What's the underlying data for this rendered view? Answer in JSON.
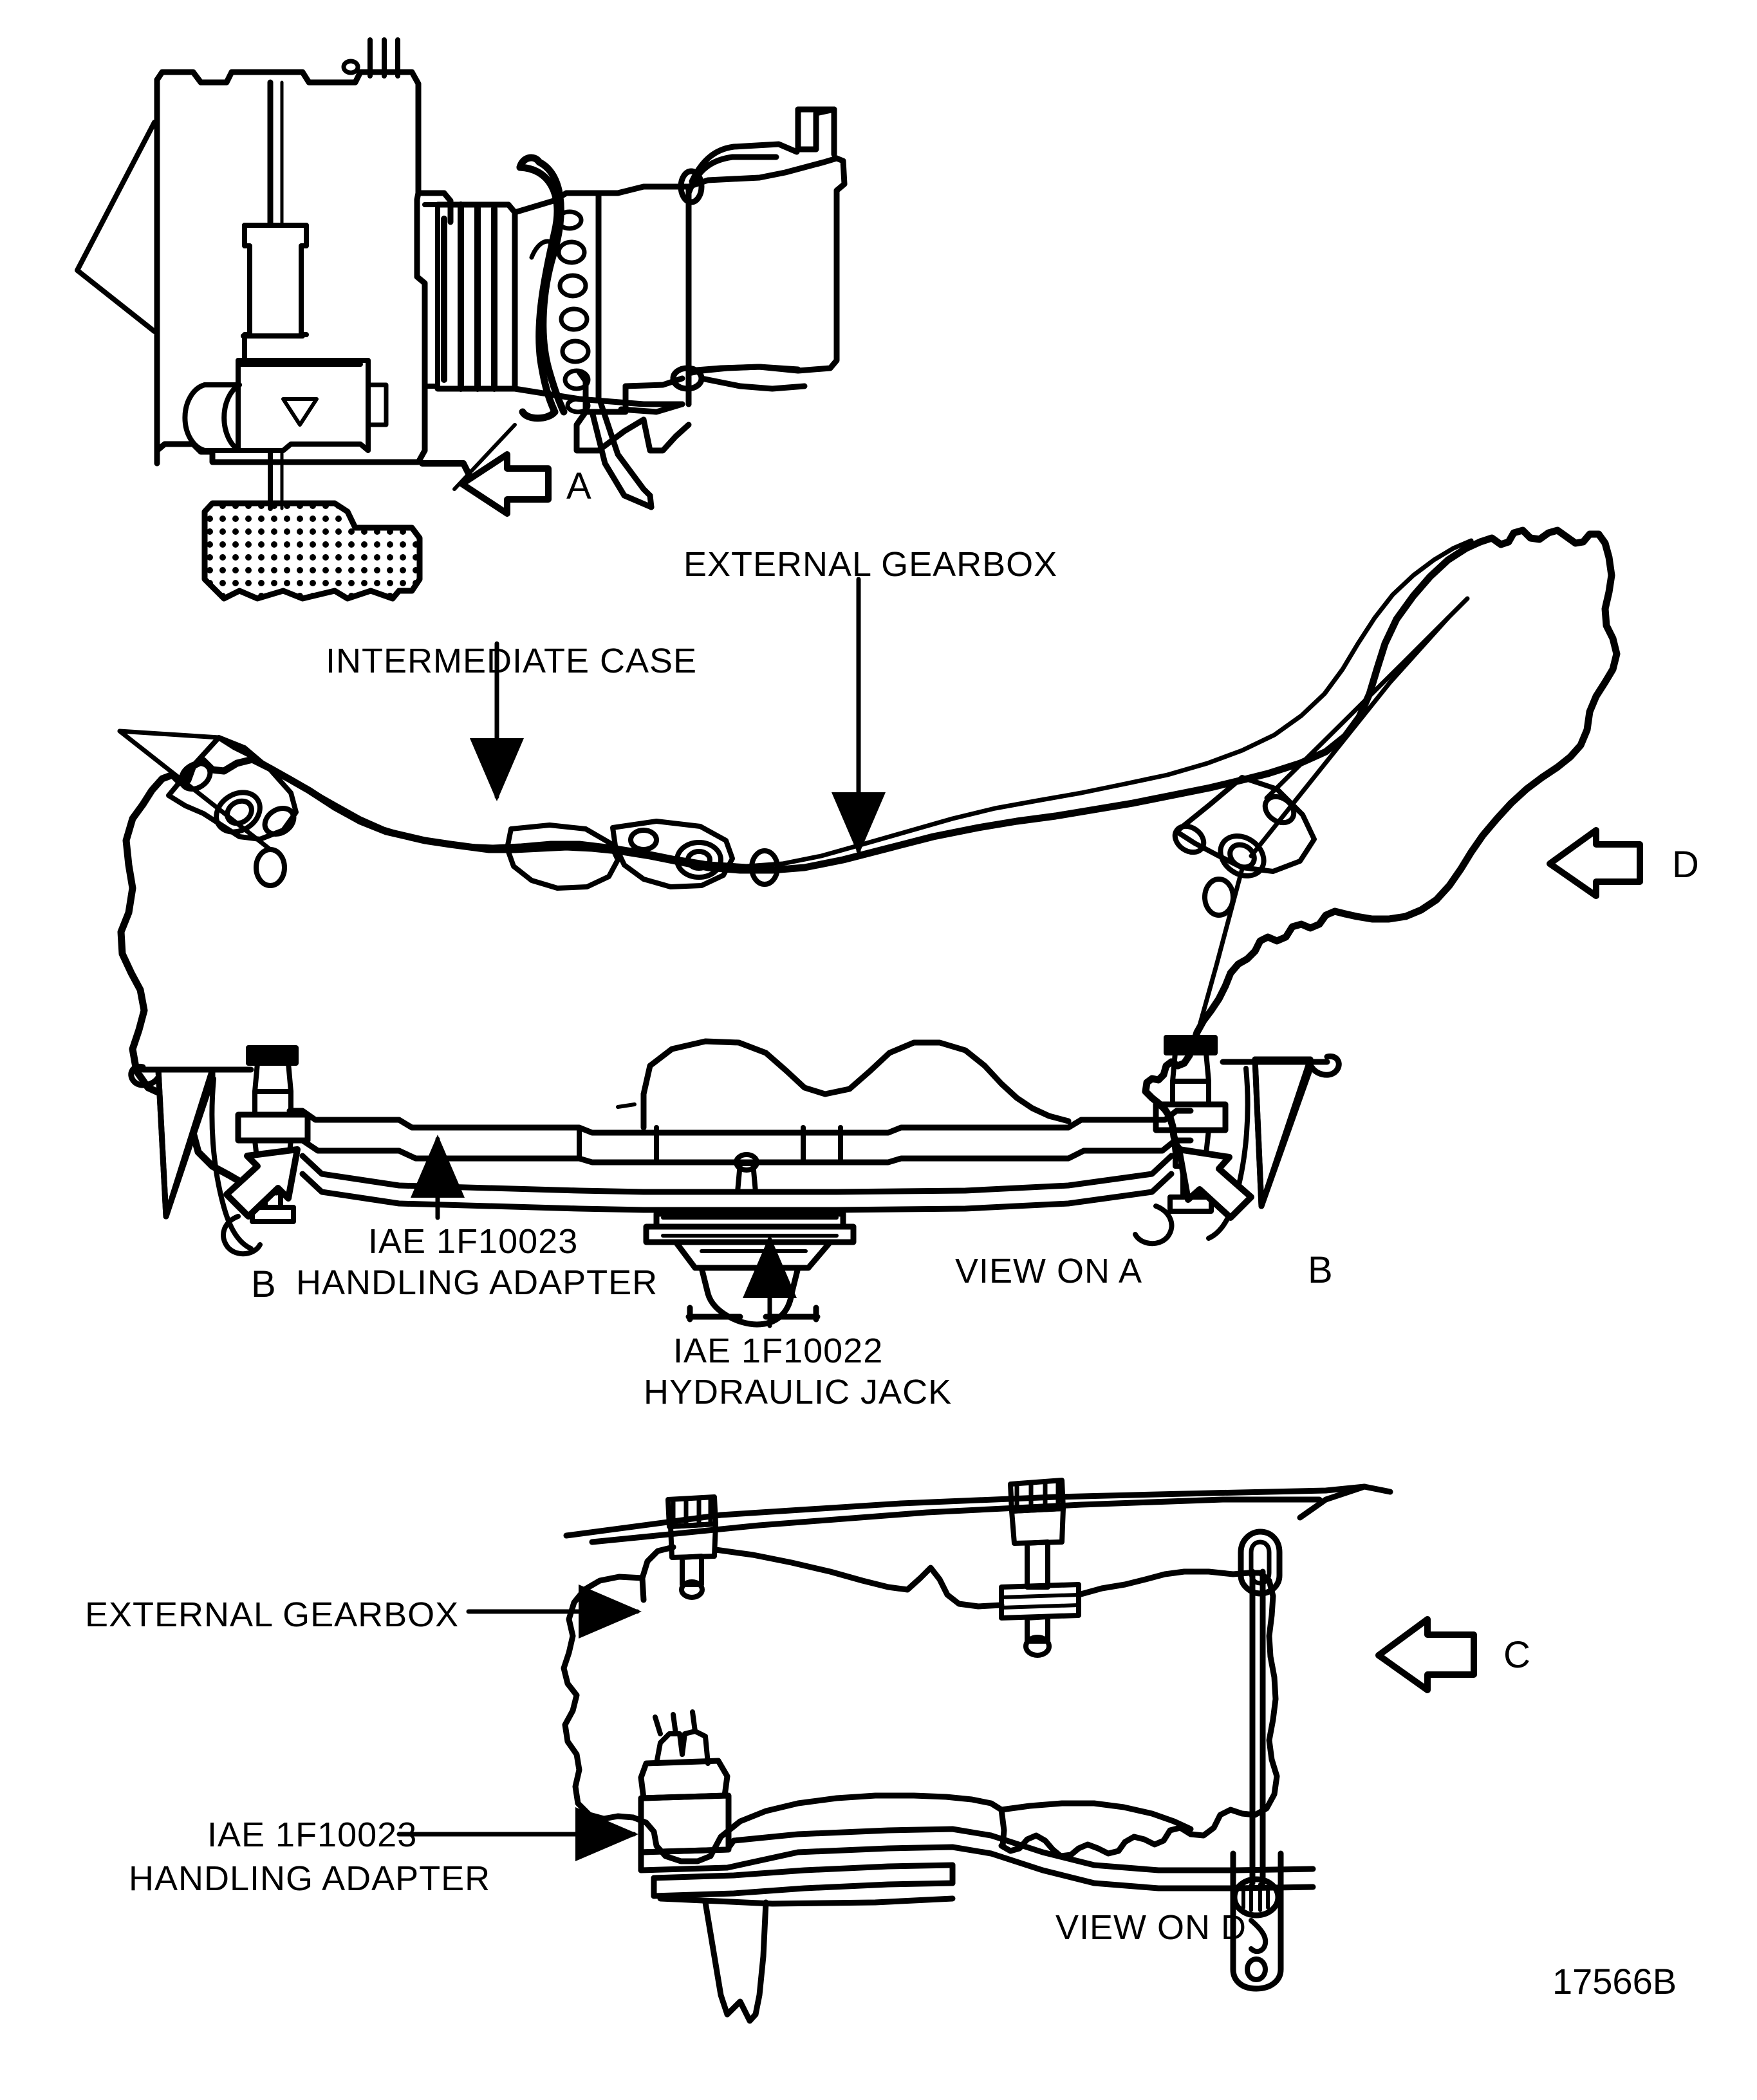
{
  "figure": {
    "figure_number": "17566B",
    "description": "Aircraft engine external gearbox removal/installation using IAE handling adapter and hydraulic jack"
  },
  "views": {
    "top": {
      "name": "engine-assembly-view",
      "view_arrow_label": "A"
    },
    "middle": {
      "name": "view-on-a",
      "caption": "VIEW ON A",
      "view_arrow_label": "D",
      "section_arrow_left_label": "B",
      "section_arrow_right_label": "B",
      "callouts": [
        {
          "text": "EXTERNAL GEARBOX"
        },
        {
          "text": "INTERMEDIATE CASE"
        },
        {
          "line1": "IAE 1F10023",
          "line2": "HANDLING ADAPTER"
        },
        {
          "line1": "IAE 1F10022",
          "line2": "HYDRAULIC JACK"
        }
      ]
    },
    "bottom": {
      "name": "view-on-d",
      "caption": "VIEW ON D",
      "view_arrow_label": "C",
      "callouts": [
        {
          "text": "EXTERNAL GEARBOX"
        },
        {
          "line1": "IAE 1F10023",
          "line2": "HANDLING ADAPTER"
        }
      ]
    }
  },
  "labels": {
    "external_gearbox_mid": "EXTERNAL GEARBOX",
    "intermediate_case": "INTERMEDIATE CASE",
    "iae_handling_adapter_part": "IAE 1F10023",
    "handling_adapter_name": "HANDLING ADAPTER",
    "iae_hydraulic_jack_part": "IAE 1F10022",
    "hydraulic_jack_name": "HYDRAULIC JACK",
    "view_on_a": "VIEW ON A",
    "view_on_d": "VIEW ON D",
    "external_gearbox_bottom": "EXTERNAL GEARBOX",
    "iae_handling_adapter_part_bottom": "IAE 1F10023",
    "handling_adapter_name_bottom": "HANDLING ADAPTER",
    "b_left": "B",
    "b_right": "B",
    "arrow_a": "A",
    "arrow_c": "C",
    "arrow_d": "D",
    "figure_number": "17566B"
  },
  "colors": {
    "ink": "#000000",
    "paper": "#ffffff"
  }
}
